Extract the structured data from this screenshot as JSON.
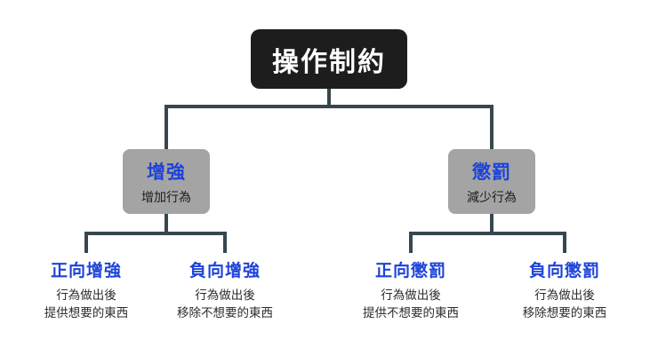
{
  "diagram": {
    "root": {
      "title": "操作制約"
    },
    "branches": [
      {
        "title": "增強",
        "subtitle": "增加行為",
        "children": [
          {
            "title": "正向增強",
            "line1": "行為做出後",
            "line2": "提供想要的東西"
          },
          {
            "title": "負向增強",
            "line1": "行為做出後",
            "line2": "移除不想要的東西"
          }
        ]
      },
      {
        "title": "懲罰",
        "subtitle": "減少行為",
        "children": [
          {
            "title": "正向懲罰",
            "line1": "行為做出後",
            "line2": "提供不想要的東西"
          },
          {
            "title": "負向懲罰",
            "line1": "行為做出後",
            "line2": "移除想要的東西"
          }
        ]
      }
    ],
    "colors": {
      "accent_blue": "#1d43d8",
      "root_box": "#1d1d1d",
      "branch_box": "#a4a4a4",
      "connector": "#37474f"
    }
  }
}
